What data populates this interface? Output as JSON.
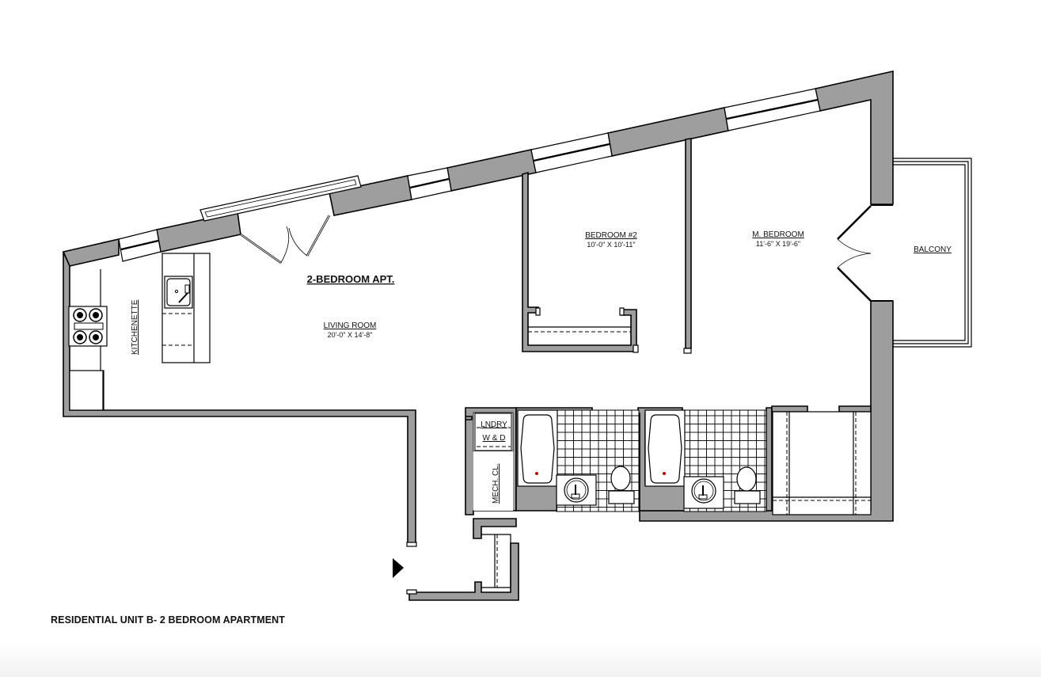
{
  "plan": {
    "unit_title": "2-BEDROOM APT.",
    "caption": "RESIDENTIAL UNIT B- 2 BEDROOM APARTMENT",
    "wall_color": "#9e9e9e",
    "rooms": [
      {
        "id": "living",
        "name": "LIVING ROOM",
        "dimensions": "20'-0\" X 14'-8\""
      },
      {
        "id": "bedroom2",
        "name": "BEDROOM #2",
        "dimensions": "10'-0\" X 10'-11\""
      },
      {
        "id": "master",
        "name": "M. BEDROOM",
        "dimensions": "11'-6\" X 19'-6\""
      },
      {
        "id": "balcony",
        "name": "BALCONY"
      },
      {
        "id": "kitchenette",
        "name": "KITCHENETTE"
      },
      {
        "id": "laundry",
        "name": "LNDRY",
        "sub": "W & D"
      },
      {
        "id": "mech",
        "name": "MECH. CL."
      }
    ],
    "entry_marker": "entry-arrow"
  }
}
